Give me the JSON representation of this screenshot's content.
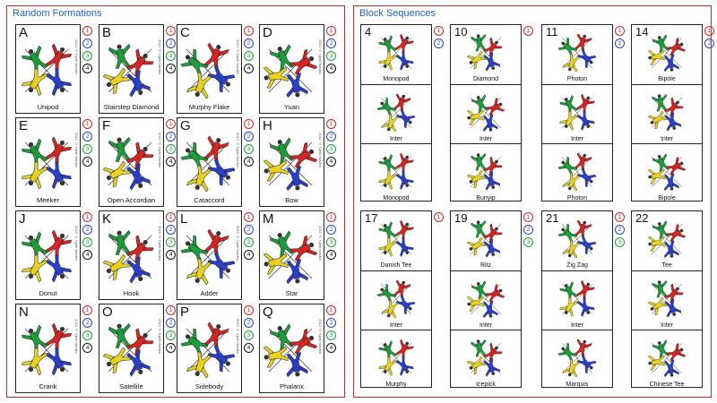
{
  "random_panel": {
    "title": "Random Formations",
    "cards": [
      {
        "letter": "A",
        "name": "Unipod"
      },
      {
        "letter": "B",
        "name": "Stairstep Diamond"
      },
      {
        "letter": "C",
        "name": "Murphy Flake"
      },
      {
        "letter": "D",
        "name": "Yuan"
      },
      {
        "letter": "E",
        "name": "Meeker"
      },
      {
        "letter": "F",
        "name": "Open Accordian"
      },
      {
        "letter": "G",
        "name": "Cataccord"
      },
      {
        "letter": "H",
        "name": "Bow"
      },
      {
        "letter": "J",
        "name": "Donut"
      },
      {
        "letter": "K",
        "name": "Hook"
      },
      {
        "letter": "L",
        "name": "Adder"
      },
      {
        "letter": "M",
        "name": "Star"
      },
      {
        "letter": "N",
        "name": "Crank"
      },
      {
        "letter": "O",
        "name": "Satellite"
      },
      {
        "letter": "P",
        "name": "Sidebody"
      },
      {
        "letter": "Q",
        "name": "Phalanx"
      }
    ]
  },
  "block_panel": {
    "title": "Block Sequences",
    "blocks": [
      {
        "number": "4",
        "cells": [
          "Monopod",
          "Inter",
          "Monopod"
        ]
      },
      {
        "number": "10",
        "cells": [
          "Diamond",
          "Inter",
          "Bunyip"
        ]
      },
      {
        "number": "11",
        "cells": [
          "Photon",
          "Inter",
          "Photon"
        ]
      },
      {
        "number": "14",
        "cells": [
          "Bipole",
          "Inter",
          "Bipole"
        ]
      },
      {
        "number": "17",
        "cells": [
          "Danish Tee",
          "Inter",
          "Murphy"
        ]
      },
      {
        "number": "19",
        "cells": [
          "Ritz",
          "Inter",
          "Icepick"
        ]
      },
      {
        "number": "21",
        "cells": [
          "Zig Zag",
          "Inter",
          "Marquis"
        ]
      },
      {
        "number": "22",
        "cells": [
          "Tee",
          "Inter",
          "Chinese Tee"
        ]
      }
    ]
  },
  "copyright": "2013 © Kjetil Nordbo",
  "jumper_numbers": [
    "1",
    "2",
    "3",
    "4"
  ],
  "colors": {
    "border": "#d02a2a",
    "title": "#1f5fc8",
    "jumper_red": "#d42424",
    "jumper_blue": "#2a3fc9",
    "jumper_green": "#1d9d3a",
    "jumper_yellow": "#e8d21f"
  }
}
